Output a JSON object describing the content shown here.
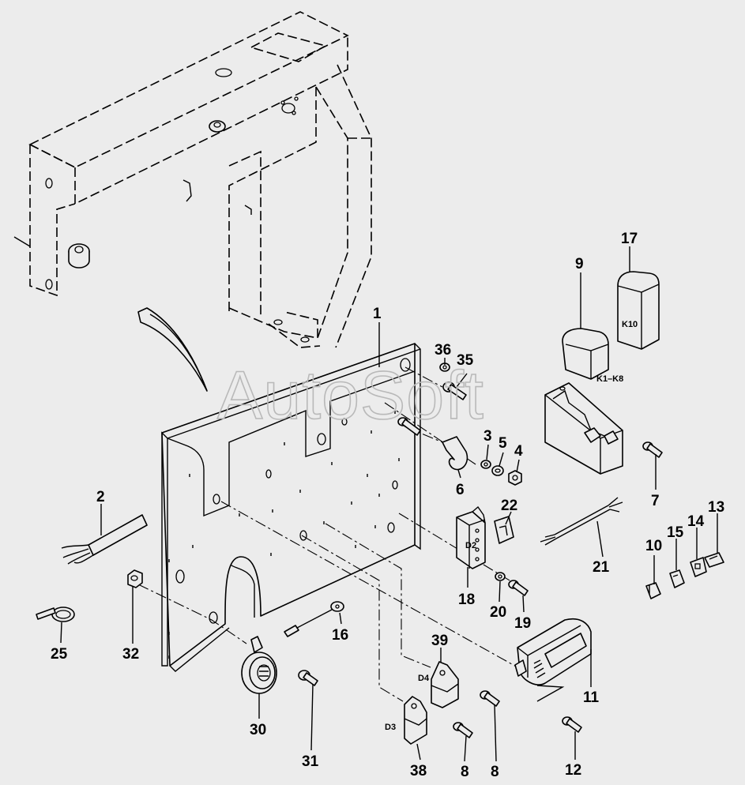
{
  "watermark": "AutoSoft",
  "callouts": {
    "c1": "1",
    "c2": "2",
    "c3": "3",
    "c4": "4",
    "c5": "5",
    "c6": "6",
    "c7": "7",
    "c8a": "8",
    "c8b": "8",
    "c9": "9",
    "c10": "10",
    "c11": "11",
    "c12": "12",
    "c13": "13",
    "c14": "14",
    "c15": "15",
    "c16": "16",
    "c17": "17",
    "c18": "18",
    "c19": "19",
    "c20": "20",
    "c21": "21",
    "c22": "22",
    "c25": "25",
    "c30": "30",
    "c31": "31",
    "c32": "32",
    "c35": "35",
    "c36": "36",
    "c38": "38",
    "c39": "39"
  },
  "component_labels": {
    "k10": "K10",
    "k1k8": "K1–K8",
    "d2": "D2",
    "d3": "D3",
    "d4": "D4"
  }
}
